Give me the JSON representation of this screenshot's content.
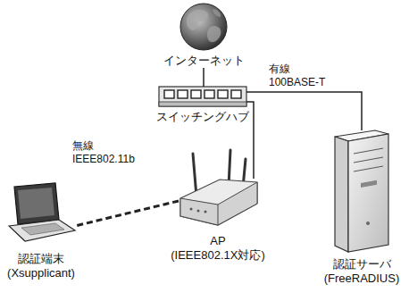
{
  "diagram": {
    "nodes": [
      {
        "text": [
          "インターネット"
        ]
      },
      {
        "text": [
          "スイッチングハブ"
        ]
      },
      {
        "text": [
          "AP (IEEE802.1X対応)"
        ]
      },
      {
        "text": [
          "認証端末 (Xsupplicant)"
        ]
      },
      {
        "text": [
          "認証サーバ (FreeRADIUS)"
        ]
      }
    ],
    "edges": [
      {
        "from": 0,
        "to": 1,
        "arrow": "none"
      },
      {
        "from": 1,
        "to": 4,
        "label": "有線 100BASE-T",
        "arrow": "none"
      },
      {
        "from": 1,
        "to": 2,
        "arrow": "none"
      },
      {
        "from": 2,
        "to": 3,
        "label": "無線 IEEE802.11b",
        "arrow": "none"
      }
    ]
  }
}
